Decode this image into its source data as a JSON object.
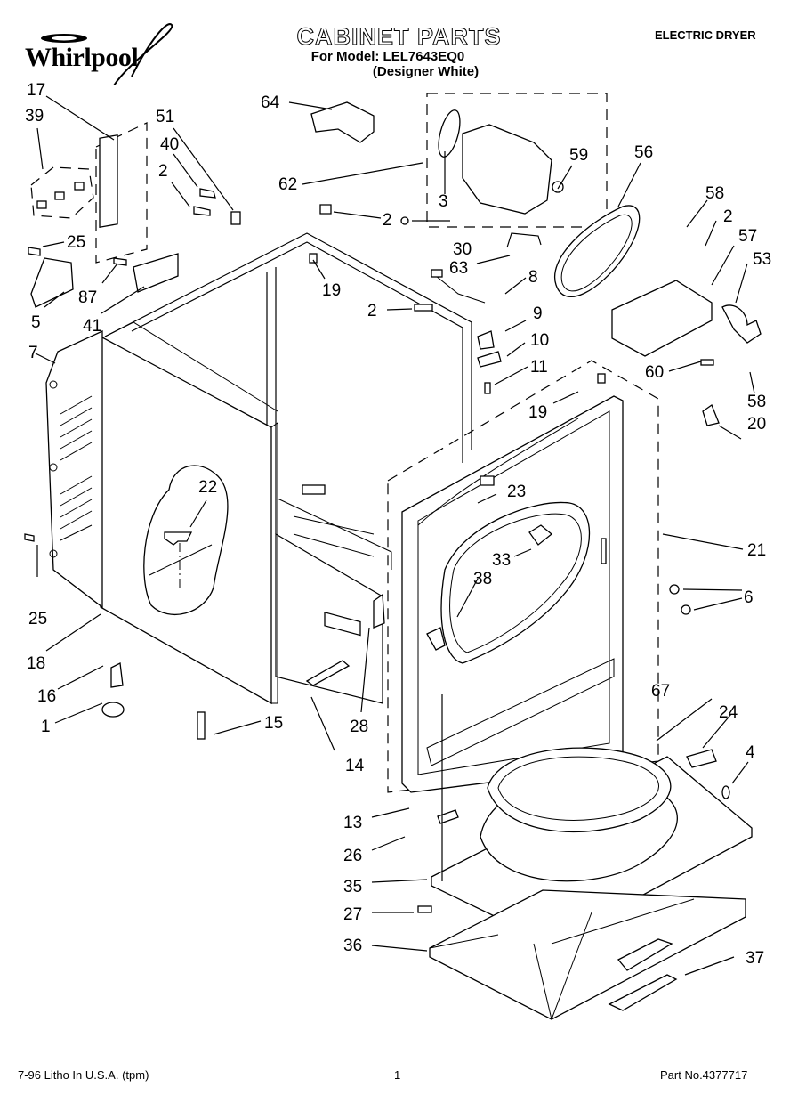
{
  "header": {
    "brand": "Whirlpool",
    "title": "CABINET PARTS",
    "model_line": "For Model: LEL7643EQ0",
    "color_line": "(Designer White)",
    "document_type": "ELECTRIC DRYER"
  },
  "footer": {
    "print_info": "7-96 Litho In U.S.A. (tpm)",
    "page_number": "1",
    "part_number": "Part No.4377717"
  },
  "callouts": {
    "c17": "17",
    "c39": "39",
    "c51": "51",
    "c40": "40",
    "c2a": "2",
    "c25a": "25",
    "c87": "87",
    "c5": "5",
    "c41": "41",
    "c7": "7",
    "c64": "64",
    "c62": "62",
    "c3": "3",
    "c59": "59",
    "c2b": "2",
    "c19a": "19",
    "c30": "30",
    "c63": "63",
    "c8": "8",
    "c2c": "2",
    "c9": "9",
    "c10": "10",
    "c11": "11",
    "c56": "56",
    "c58a": "58",
    "c2d": "2",
    "c57": "57",
    "c53": "53",
    "c60": "60",
    "c58b": "58",
    "c20": "20",
    "c19b": "19",
    "c22": "22",
    "c23": "23",
    "c33": "33",
    "c38": "38",
    "c21": "21",
    "c6": "6",
    "c25b": "25",
    "c18": "18",
    "c16": "16",
    "c1": "1",
    "c15": "15",
    "c28": "28",
    "c14": "14",
    "c67": "67",
    "c24": "24",
    "c4": "4",
    "c13": "13",
    "c26": "26",
    "c35": "35",
    "c27": "27",
    "c36": "36",
    "c37": "37"
  }
}
